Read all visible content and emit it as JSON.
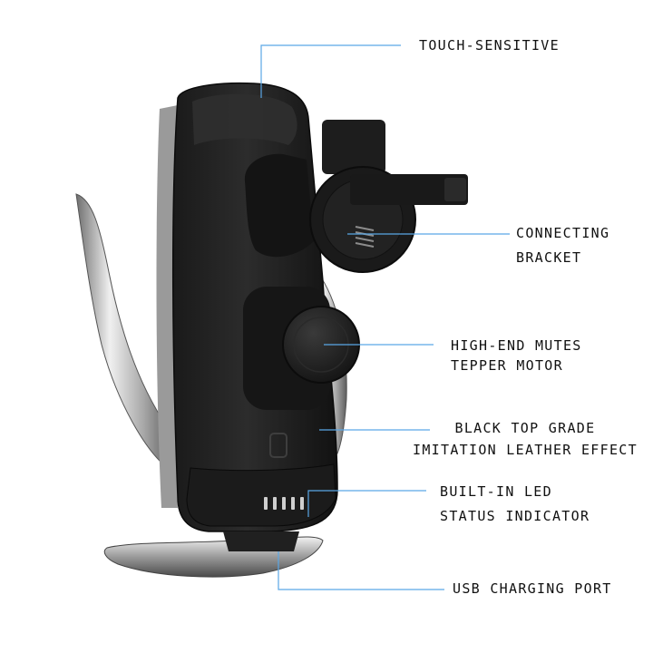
{
  "callouts": [
    {
      "id": "touch",
      "lines": [
        "TOUCH-SENSITIVE"
      ]
    },
    {
      "id": "bracket",
      "lines": [
        "CONNECTING",
        "BRACKET"
      ]
    },
    {
      "id": "motor",
      "lines": [
        "HIGH-END MUTES",
        "TEPPER MOTOR"
      ]
    },
    {
      "id": "leather",
      "lines": [
        "BLACK TOP GRADE",
        "IMITATION LEATHER EFFECT"
      ]
    },
    {
      "id": "led",
      "lines": [
        "BUILT-IN LED",
        "STATUS INDICATOR"
      ]
    },
    {
      "id": "usb",
      "lines": [
        "USB CHARGING PORT"
      ]
    }
  ],
  "colors": {
    "leader_line": "#5aa7e6",
    "body": "#232323",
    "body_dark": "#141414",
    "chrome_light": "#e4e4e4",
    "chrome_dark": "#7a7a7a"
  }
}
